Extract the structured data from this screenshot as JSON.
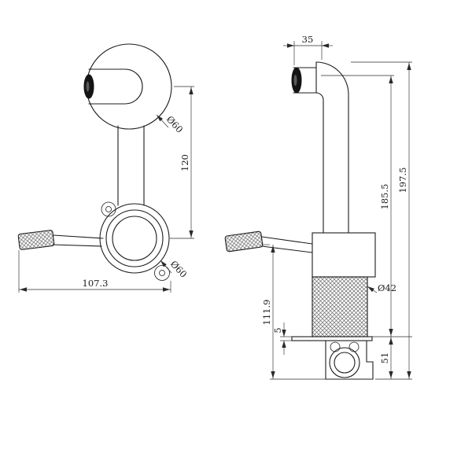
{
  "front_view": {
    "dims": {
      "top_diameter": "Ø60",
      "center_height": "120",
      "base_diameter": "Ø60",
      "overall_width": "107.3"
    }
  },
  "side_view": {
    "dims": {
      "spout_width": "35",
      "overall_height": "197.5",
      "spout_height": "185.5",
      "knurl_diameter": "Ø42",
      "handle_to_base": "111.9",
      "plate_thickness": "5",
      "valve_height": "51"
    }
  }
}
